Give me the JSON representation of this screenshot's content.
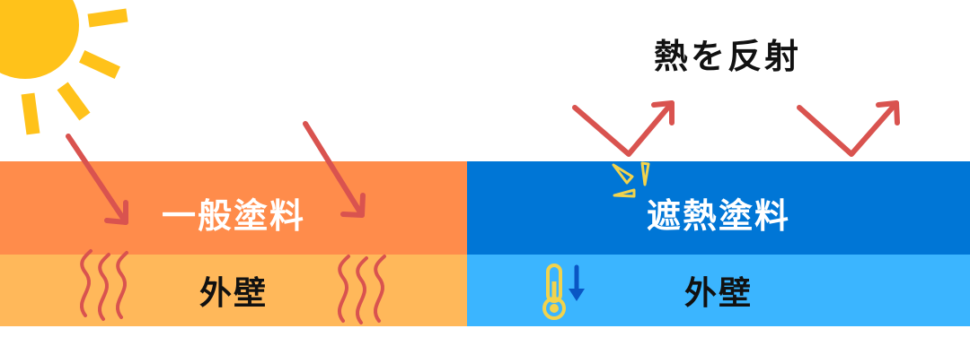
{
  "colors": {
    "standard_paint": "#FF8C4B",
    "standard_wall": "#FFB85A",
    "heat_paint": "#0076D6",
    "heat_wall": "#3BB5FF",
    "sun": "#FFC21A",
    "arrow": "#D9534F",
    "thermo": "#F2D34C",
    "down_arrow": "#0A56C4"
  },
  "labels": {
    "reflect_title": "熱を反射",
    "standard_paint": "一般塗料",
    "standard_wall": "外壁",
    "heat_paint": "遮熱塗料",
    "heat_wall": "外壁"
  },
  "icons": [
    "sun-icon",
    "heat-wave-icon",
    "sparkle-icon",
    "thermometer-icon",
    "down-arrow-icon",
    "arrow-icon"
  ]
}
